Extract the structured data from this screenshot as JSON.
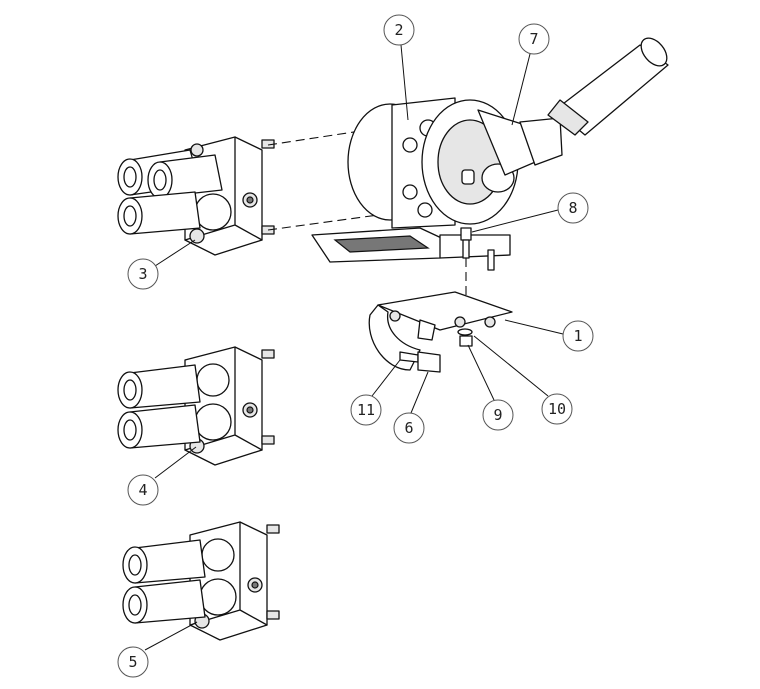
{
  "diagram": {
    "type": "exploded-assembly-view",
    "callouts": {
      "c1": "1",
      "c2": "2",
      "c3": "3",
      "c4": "4",
      "c5": "5",
      "c6": "6",
      "c7": "7",
      "c8": "8",
      "c9": "9",
      "c10": "10",
      "c11": "11"
    }
  }
}
